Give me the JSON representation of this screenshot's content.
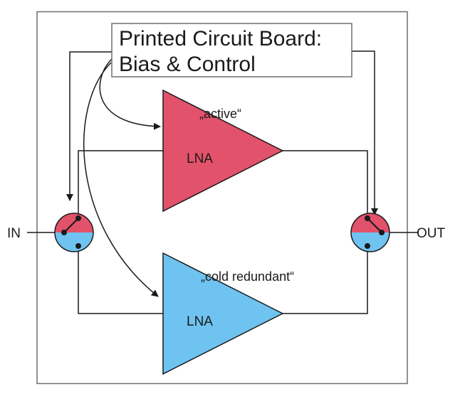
{
  "diagram": {
    "pcb_label_line1": "Printed Circuit Board:",
    "pcb_label_line2": "Bias & Control",
    "input_label": "IN",
    "output_label": "OUT",
    "amplifiers": [
      {
        "label": "LNA",
        "status": "„active“",
        "color": "#e2526a"
      },
      {
        "label": "LNA",
        "status": "„cold redundant“",
        "color": "#6fc3f0"
      }
    ],
    "switch_colors": {
      "top": "#e2526a",
      "bottom": "#6fc3f0"
    }
  }
}
